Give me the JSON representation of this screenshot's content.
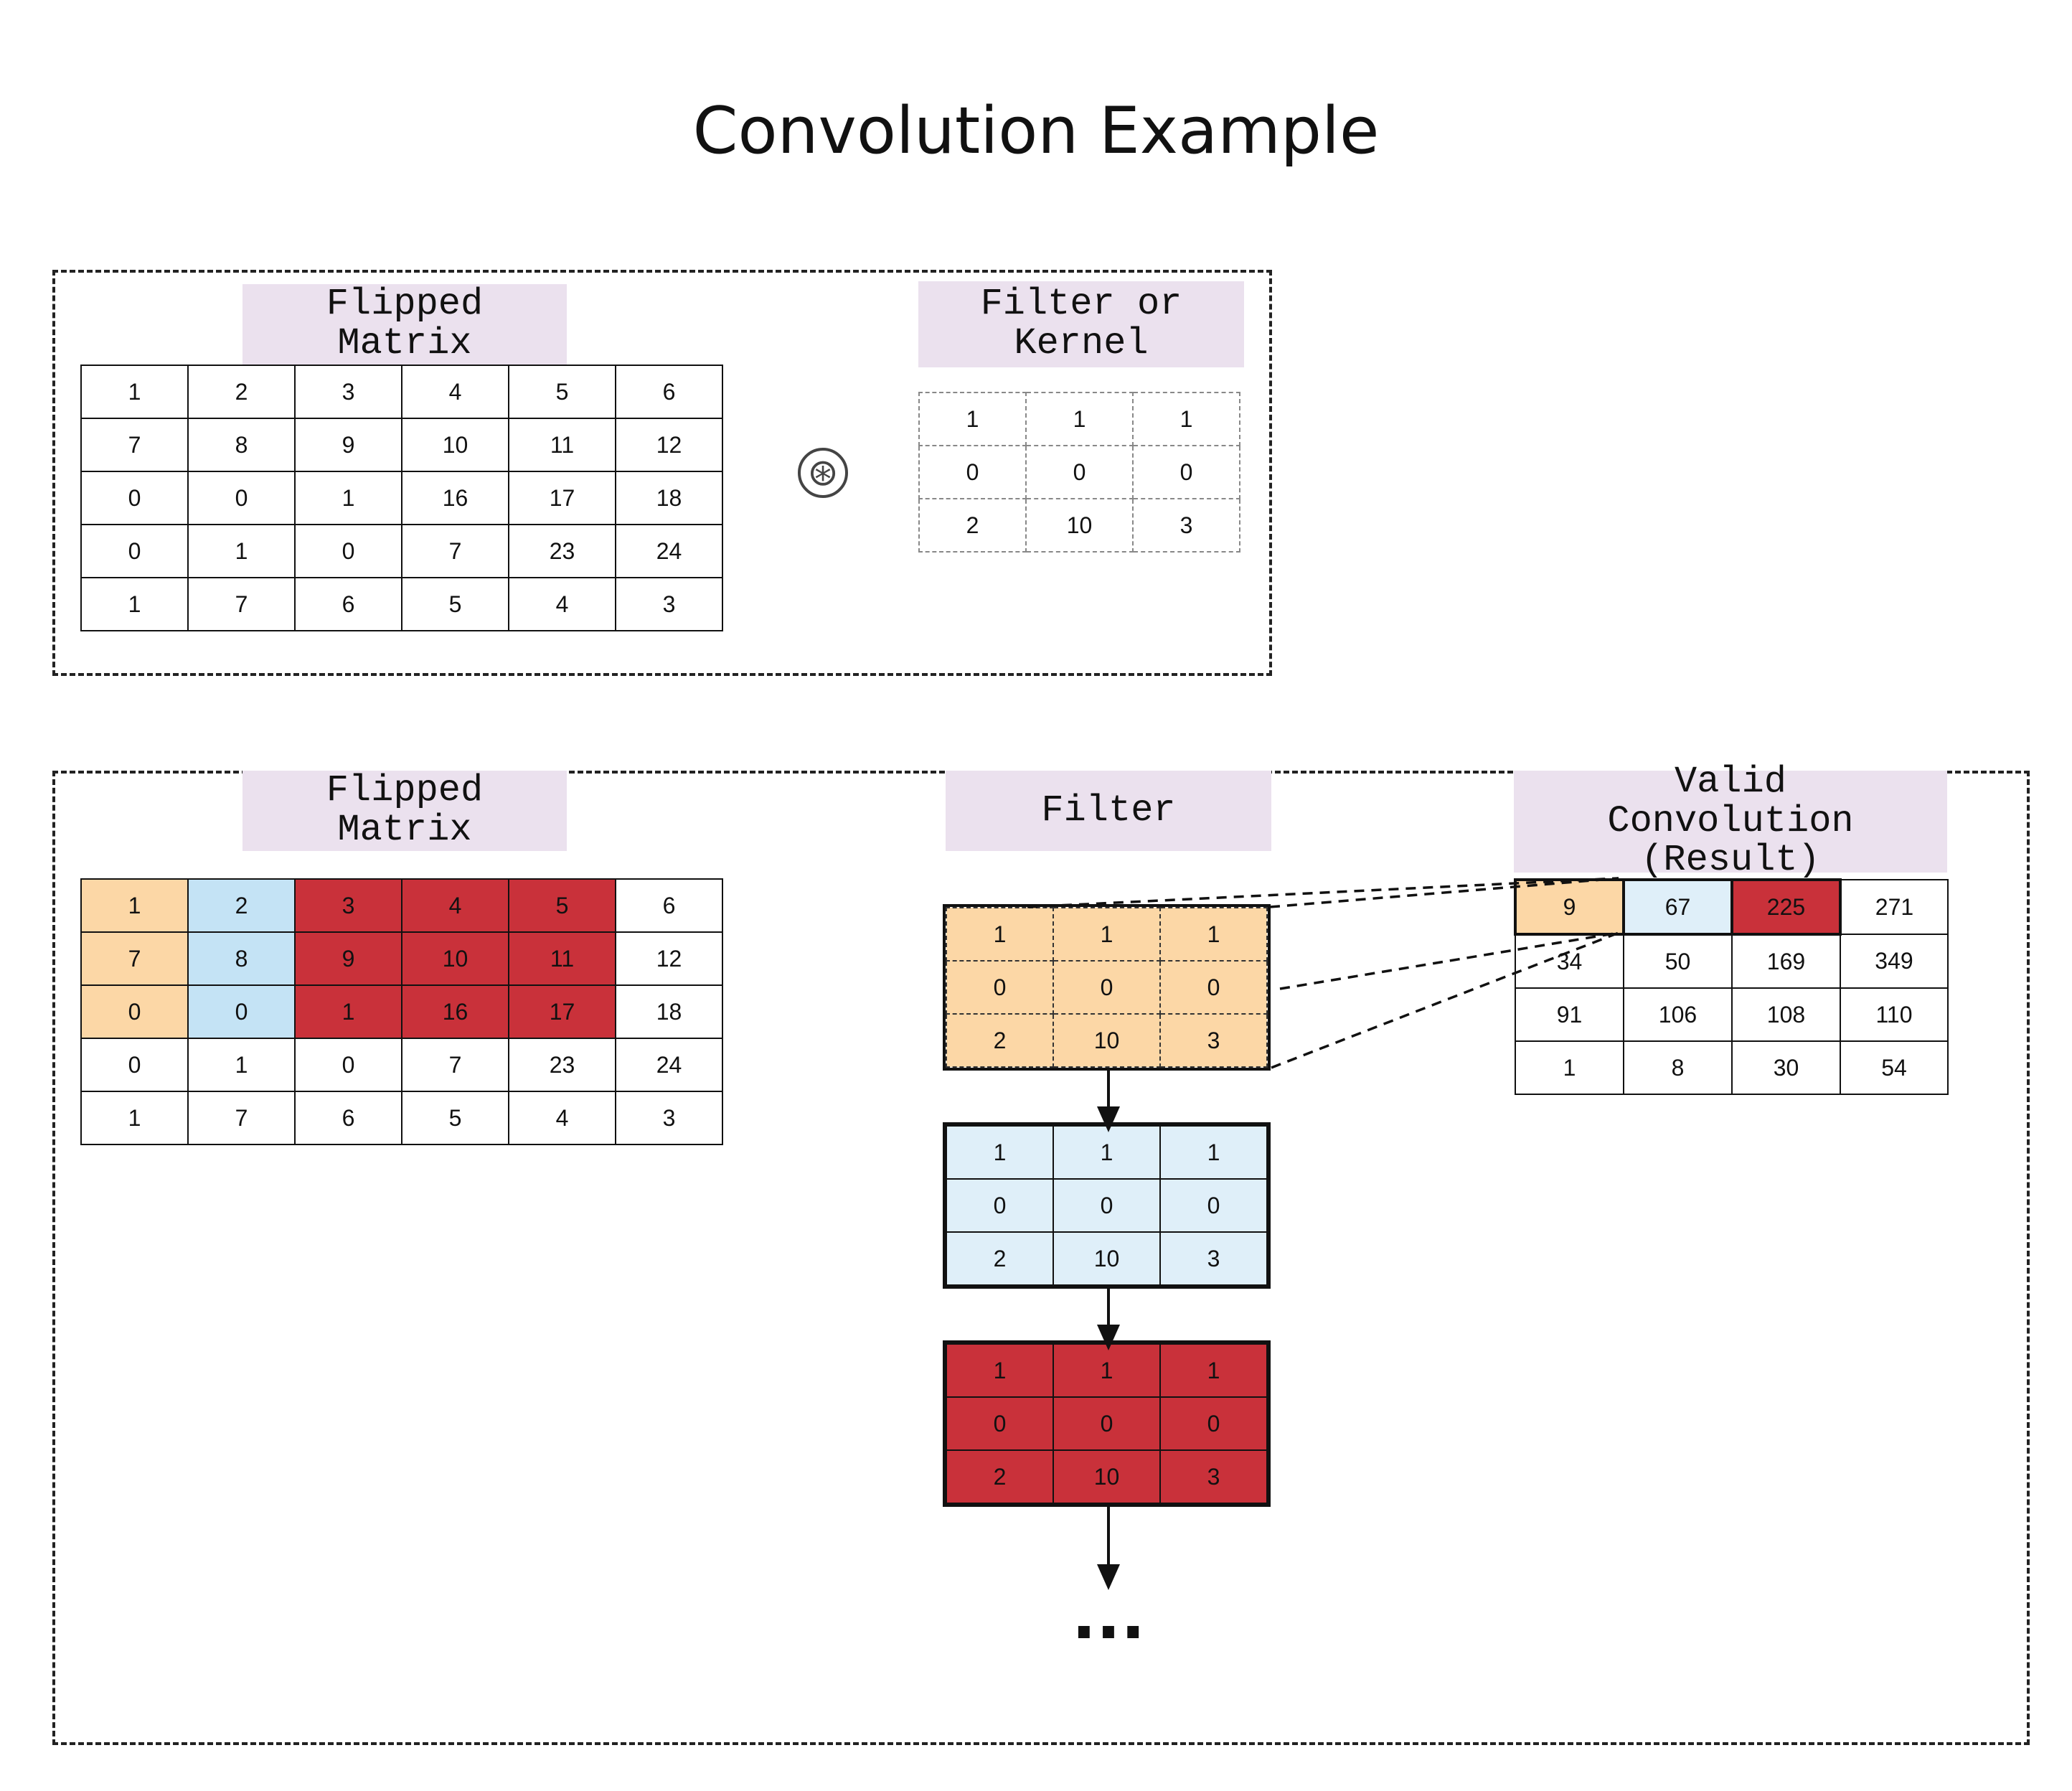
{
  "title": "Convolution Example",
  "colors": {
    "orange": "#fcd7a6",
    "blue": "#c4e3f5",
    "light_blue": "#dfeff9",
    "red": "#c9313a",
    "label_bg": "#ebe1ee"
  },
  "top_panel": {
    "matrix_label": "Flipped Matrix",
    "kernel_label": "Filter or Kernel",
    "operator_symbol": "⊛",
    "matrix": [
      [
        1,
        2,
        3,
        4,
        5,
        6
      ],
      [
        7,
        8,
        9,
        10,
        11,
        12
      ],
      [
        0,
        0,
        1,
        16,
        17,
        18
      ],
      [
        0,
        1,
        0,
        7,
        23,
        24
      ],
      [
        1,
        7,
        6,
        5,
        4,
        3
      ]
    ],
    "kernel": [
      [
        1,
        1,
        1
      ],
      [
        0,
        0,
        0
      ],
      [
        2,
        10,
        3
      ]
    ]
  },
  "bottom_panel": {
    "matrix_label": "Flipped Matrix",
    "filter_label": "Filter",
    "result_label": "Valid Convolution (Result)",
    "matrix": [
      [
        1,
        2,
        3,
        4,
        5,
        6
      ],
      [
        7,
        8,
        9,
        10,
        11,
        12
      ],
      [
        0,
        0,
        1,
        16,
        17,
        18
      ],
      [
        0,
        1,
        0,
        7,
        23,
        24
      ],
      [
        1,
        7,
        6,
        5,
        4,
        3
      ]
    ],
    "filter": [
      [
        1,
        1,
        1
      ],
      [
        0,
        0,
        0
      ],
      [
        2,
        10,
        3
      ]
    ],
    "result": [
      [
        9,
        67,
        225,
        271
      ],
      [
        34,
        50,
        169,
        349
      ],
      [
        91,
        106,
        108,
        110
      ],
      [
        1,
        8,
        30,
        54
      ]
    ],
    "ellipsis": "..."
  }
}
